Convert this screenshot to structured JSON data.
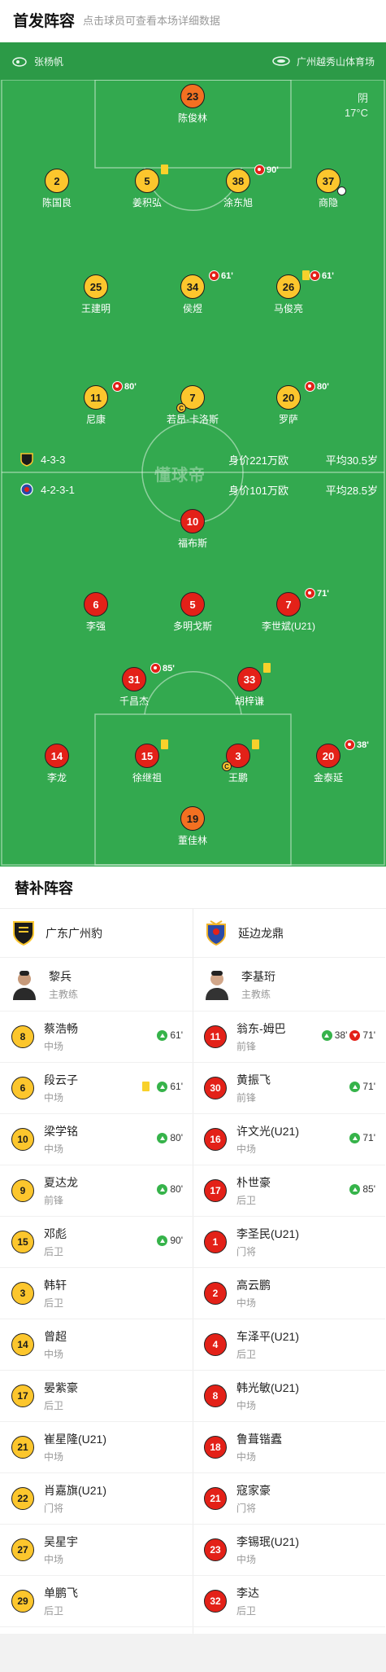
{
  "header": {
    "title": "首发阵容",
    "subtitle": "点击球员可查看本场详细数据"
  },
  "match_info": {
    "referee": "张杨帆",
    "venue": "广州越秀山体育场",
    "weather": "阴",
    "temperature": "17°C"
  },
  "home_form": {
    "formation": "4-3-3",
    "value": "身价221万欧",
    "avg_age": "平均30.5岁"
  },
  "away_form": {
    "formation": "4-2-3-1",
    "value": "身价101万欧",
    "avg_age": "平均28.5岁"
  },
  "watermark": "懂球帝",
  "colors": {
    "pitch": "#33a94f",
    "home": "#fcc62d",
    "away": "#e32118",
    "gk_home": "#f37021",
    "gk_away": "#f37021"
  },
  "home_players": [
    {
      "num": "23",
      "name": "陈俊林",
      "kit": "org"
    },
    {
      "num": "2",
      "name": "陈国良",
      "kit": "yel"
    },
    {
      "num": "5",
      "name": "姜积弘",
      "kit": "yel",
      "yellow": true
    },
    {
      "num": "38",
      "name": "涂东旭",
      "kit": "yel",
      "sub": "90'"
    },
    {
      "num": "37",
      "name": "商隐",
      "kit": "yel",
      "goal": true
    },
    {
      "num": "25",
      "name": "王建明",
      "kit": "yel"
    },
    {
      "num": "34",
      "name": "侯煜",
      "kit": "yel",
      "sub": "61'"
    },
    {
      "num": "26",
      "name": "马俊亮",
      "kit": "yel",
      "yellow": true,
      "sub": "61'"
    },
    {
      "num": "11",
      "name": "尼康",
      "kit": "yel",
      "sub": "80'"
    },
    {
      "num": "7",
      "name": "若昂-卡洛斯",
      "kit": "yel",
      "captain": true
    },
    {
      "num": "20",
      "name": "罗萨",
      "kit": "yel",
      "sub": "80'"
    }
  ],
  "away_players": [
    {
      "num": "10",
      "name": "福布斯",
      "kit": "red"
    },
    {
      "num": "6",
      "name": "李强",
      "kit": "red"
    },
    {
      "num": "5",
      "name": "多明戈斯",
      "kit": "red"
    },
    {
      "num": "7",
      "name": "李世斌(U21)",
      "kit": "red",
      "sub": "71'"
    },
    {
      "num": "31",
      "name": "千昌杰",
      "kit": "red",
      "sub": "85'"
    },
    {
      "num": "33",
      "name": "胡梓谦",
      "kit": "red",
      "yellow": true
    },
    {
      "num": "14",
      "name": "李龙",
      "kit": "red"
    },
    {
      "num": "15",
      "name": "徐继祖",
      "kit": "red",
      "yellow": true
    },
    {
      "num": "3",
      "name": "王鹏",
      "kit": "red",
      "yellow": true,
      "captain": true
    },
    {
      "num": "20",
      "name": "金泰延",
      "kit": "red",
      "sub": "38'"
    },
    {
      "num": "19",
      "name": "董佳林",
      "kit": "org"
    }
  ],
  "subs_title": "替补阵容",
  "home_team": {
    "name": "广东广州豹",
    "coach": "黎兵",
    "coach_role": "主教练",
    "subs": [
      {
        "num": "8",
        "name": "蔡浩畅",
        "pos": "中场",
        "ev": [
          {
            "t": "up",
            "m": "61'"
          }
        ]
      },
      {
        "num": "6",
        "name": "段云子",
        "pos": "中场",
        "yellow": true,
        "ev": [
          {
            "t": "up",
            "m": "61'"
          }
        ]
      },
      {
        "num": "10",
        "name": "梁学铭",
        "pos": "中场",
        "ev": [
          {
            "t": "up",
            "m": "80'"
          }
        ]
      },
      {
        "num": "9",
        "name": "夏达龙",
        "pos": "前锋",
        "ev": [
          {
            "t": "up",
            "m": "80'"
          }
        ]
      },
      {
        "num": "15",
        "name": "邓彪",
        "pos": "后卫",
        "ev": [
          {
            "t": "up",
            "m": "90'"
          }
        ]
      },
      {
        "num": "3",
        "name": "韩轩",
        "pos": "后卫",
        "ev": []
      },
      {
        "num": "14",
        "name": "曾超",
        "pos": "中场",
        "ev": []
      },
      {
        "num": "17",
        "name": "晏紫豪",
        "pos": "后卫",
        "ev": []
      },
      {
        "num": "21",
        "name": "崔星隆(U21)",
        "pos": "中场",
        "ev": []
      },
      {
        "num": "22",
        "name": "肖嘉旗(U21)",
        "pos": "门将",
        "ev": []
      },
      {
        "num": "27",
        "name": "吴星宇",
        "pos": "中场",
        "ev": []
      },
      {
        "num": "29",
        "name": "单鹏飞",
        "pos": "后卫",
        "ev": []
      }
    ]
  },
  "away_team": {
    "name": "延边龙鼎",
    "coach": "李基珩",
    "coach_role": "主教练",
    "subs": [
      {
        "num": "11",
        "name": "翁东-姆巴",
        "pos": "前锋",
        "ev": [
          {
            "t": "up",
            "m": "38'"
          },
          {
            "t": "dn",
            "m": "71'"
          }
        ]
      },
      {
        "num": "30",
        "name": "黄振飞",
        "pos": "前锋",
        "ev": [
          {
            "t": "up",
            "m": "71'"
          }
        ]
      },
      {
        "num": "16",
        "name": "许文光(U21)",
        "pos": "中场",
        "ev": [
          {
            "t": "up",
            "m": "71'"
          }
        ]
      },
      {
        "num": "17",
        "name": "朴世豪",
        "pos": "后卫",
        "ev": [
          {
            "t": "up",
            "m": "85'"
          }
        ]
      },
      {
        "num": "1",
        "name": "李圣民(U21)",
        "pos": "门将",
        "ev": []
      },
      {
        "num": "2",
        "name": "高云鹏",
        "pos": "中场",
        "ev": []
      },
      {
        "num": "4",
        "name": "车泽平(U21)",
        "pos": "后卫",
        "ev": []
      },
      {
        "num": "8",
        "name": "韩光敏(U21)",
        "pos": "中场",
        "ev": []
      },
      {
        "num": "18",
        "name": "鲁葺锴蠹",
        "pos": "中场",
        "ev": []
      },
      {
        "num": "21",
        "name": "寇家豪",
        "pos": "门将",
        "ev": []
      },
      {
        "num": "23",
        "name": "李锡珉(U21)",
        "pos": "中场",
        "ev": []
      },
      {
        "num": "32",
        "name": "李达",
        "pos": "后卫",
        "ev": []
      }
    ]
  }
}
